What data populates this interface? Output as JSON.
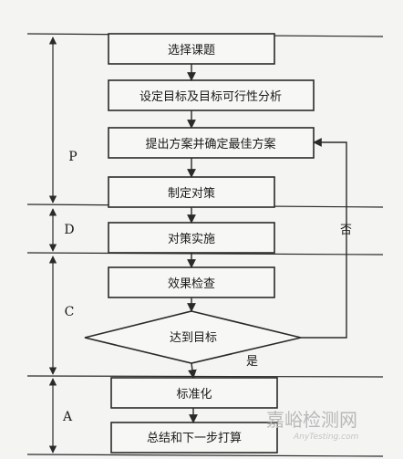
{
  "steps": [
    "选择课题",
    "设定目标及目标可行性分析",
    "提出方案并确定最佳方案",
    "制定对策",
    "对策实施",
    "效果检查",
    "达到目标",
    "标准化",
    "总结和下一步打算"
  ],
  "labels": {
    "yes": "是",
    "no": "否"
  },
  "phases": [
    "P",
    "D",
    "C",
    "A"
  ],
  "watermark": {
    "main": "嘉峪检测网",
    "sub": "AnyTesting.com"
  }
}
